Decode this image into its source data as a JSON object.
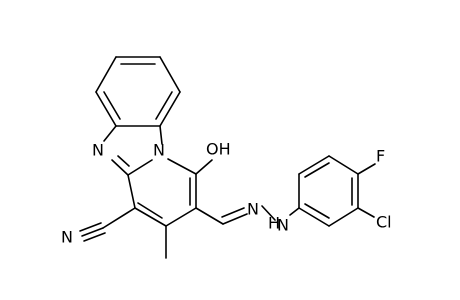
{
  "molecule": {
    "atoms": {
      "n_imidazole": "N",
      "n_bridgehead": "N",
      "oh": "OH",
      "n_nitrile": "N",
      "n_azomethine": "N",
      "nh": "H",
      "nh_n": "N",
      "fluorine": "F",
      "chlorine": "Cl"
    }
  }
}
